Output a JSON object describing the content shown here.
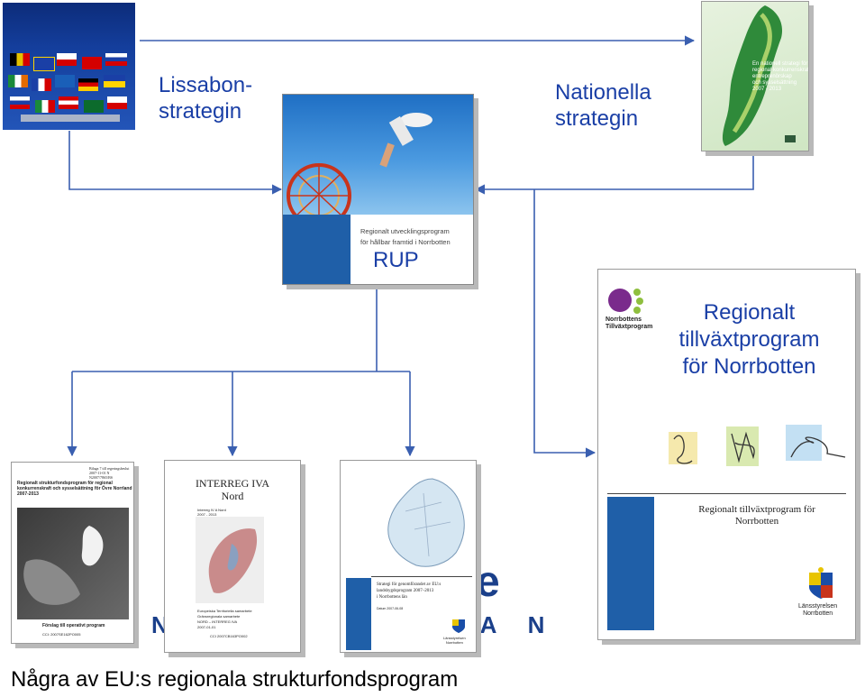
{
  "labels": {
    "lisbon": "Lissabon-\nstrategin",
    "national": "Nationella\nstrategin",
    "rup": "RUP",
    "rtp": "Regionalt\ntillväxtprogram\nför Norrbotten",
    "caption": "Några av EU:s regionala strukturfondsprogram",
    "watermark_letters": "N   T T   S  L A N",
    "watermark_e": "e"
  },
  "national_cover": {
    "text": "En nationell strategi för\nregional konkurrenskraft,\nentreprenörskap\noch sysselsättning\n2007 - 2013"
  },
  "rup_cover": {
    "text": "Regionalt utvecklingsprogram\nför hållbar framtid i Norrbotten"
  },
  "rtp_cover": {
    "org": "Norrbottens\nTillväxtprogram",
    "title": "Regionalt tillväxtprogram för\nNorrbotten",
    "footer": "Länsstyrelsen\nNorrbotten"
  },
  "struct_cover": {
    "header": "Bilaga 7 till regeringsbeslut\n2007-11-01 N\nN2007/7865/BS",
    "title": "Regionalt strukturfondsprogram för regional\nkonkurrenskraft och sysselsättning för Övre Norrland\n2007-2013",
    "footer": "Förslag till operativt program",
    "cci": "CCI: 2007SE162PO005"
  },
  "interreg_cover": {
    "title": "INTERREG IVA\nNord",
    "sub": "Interreg IV A Nord\n2007 - 2013",
    "footer": "Europeiska Territoriella samarbete\nGränsregionala samarbete\nNORD – INTERREG IVA\n2007-01-01",
    "cci": "CCI 2007CB163PO002"
  },
  "strategy_cover": {
    "title": "Strategi för genomförandet av EU:s\nlandsbygdsprogram 2007–2013\ni Norrbottens län",
    "date": "Datum 2007-06-08",
    "footer": "Länsstyrelsen\nNorrbotten"
  },
  "colors": {
    "label_blue": "#1a3fa6",
    "cover_blue": "#1f5fa8",
    "arrow_blue": "#3a5fb0",
    "shadow": "#b9b9b9"
  }
}
